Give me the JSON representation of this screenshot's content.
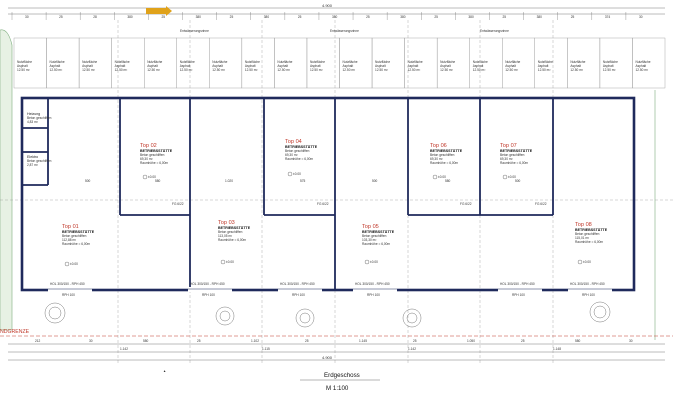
{
  "drawing": {
    "title": "Erdgeschoss",
    "scale": "M 1:100",
    "boundary_label": "NDGRENZE",
    "overall_dim_top": "4.900",
    "overall_dim_bottom": "4.900",
    "top_dims": [
      "30",
      "25",
      "28",
      "380",
      "25",
      "380",
      "25",
      "380",
      "25",
      "380",
      "25",
      "380",
      "25",
      "380",
      "25",
      "380",
      "25",
      "374",
      "30"
    ],
    "bottom_dims": [
      "212",
      "30",
      "580",
      "25",
      "1.102",
      "25",
      "1.145",
      "25",
      "1.050",
      "25",
      "580",
      "30"
    ],
    "bottom_dims_2": [
      "1.142",
      "1.115",
      "1.142",
      "1.148"
    ]
  },
  "parking": {
    "label_line1": "Nutzfläche",
    "label_line2": "Asphalt",
    "label_line3": "12.50 m²",
    "count": 20,
    "street_labels": [
      "Entwässerungsrinne",
      "Entwässerungsrinne",
      "Entwässerungsrinne"
    ]
  },
  "units": [
    {
      "name": "Top 01",
      "type": "BETRIEBSSTÄTTE",
      "line1": "Beton geschliffen",
      "line2": "112,88 m²",
      "line3": "Raumhöhe = 6,00m",
      "level": "±0.00"
    },
    {
      "name": "Top 02",
      "type": "BETRIEBSSTÄTTE",
      "line1": "Beton geschliffen",
      "line2": "69,30 m²",
      "line3": "Raumhöhe = 6,00m",
      "level": "±0.00"
    },
    {
      "name": "Top 03",
      "type": "BETRIEBSSTÄTTE",
      "line1": "Beton geschliffen",
      "line2": "113,05 m²",
      "line3": "Raumhöhe = 6,00m",
      "level": "±0.00"
    },
    {
      "name": "Top 04",
      "type": "BETRIEBSSTÄTTE",
      "line1": "Beton geschliffen",
      "line2": "69,30 m²",
      "line3": "Raumhöhe = 6,00m",
      "level": "±0.00"
    },
    {
      "name": "Top 05",
      "type": "BETRIEBSSTÄTTE",
      "line1": "Beton geschliffen",
      "line2": "103,30 m²",
      "line3": "Raumhöhe = 6,00m",
      "level": "±0.00"
    },
    {
      "name": "Top 06",
      "type": "BETRIEBSSTÄTTE",
      "line1": "Beton geschliffen",
      "line2": "69,30 m²",
      "line3": "Raumhöhe = 6,00m",
      "level": "±0.00"
    },
    {
      "name": "Top 07",
      "type": "BETRIEBSSTÄTTE",
      "line1": "Beton geschliffen",
      "line2": "69,30 m²",
      "line3": "Raumhöhe = 6,00m",
      "level": "±0.00"
    },
    {
      "name": "Top 08",
      "type": "BETRIEBSSTÄTTE",
      "line1": "Beton geschliffen",
      "line2": "115,01 m²",
      "line3": "Raumhöhe = 6,00m",
      "level": "±0.00"
    }
  ],
  "rooms": [
    {
      "name": "Heizung",
      "line1": "Beton geschliffen",
      "line2": "4,83 m²"
    },
    {
      "name": "Elektro",
      "line1": "Beton geschliffen",
      "line2": "2,87 m²"
    }
  ],
  "door_label": "HOL 300/150 - RPH 450",
  "door_sublabel": "RPH 100",
  "fg_label": "FG 6/22",
  "mid_dims": [
    "500",
    "580",
    "1.020",
    "575",
    "500",
    "580",
    "500"
  ],
  "colors": {
    "wall": "#1f2a5c",
    "grid": "#8c8c8c",
    "accent": "#c0392b",
    "arrow": "#e0a21a",
    "green": "#7fae7f"
  }
}
